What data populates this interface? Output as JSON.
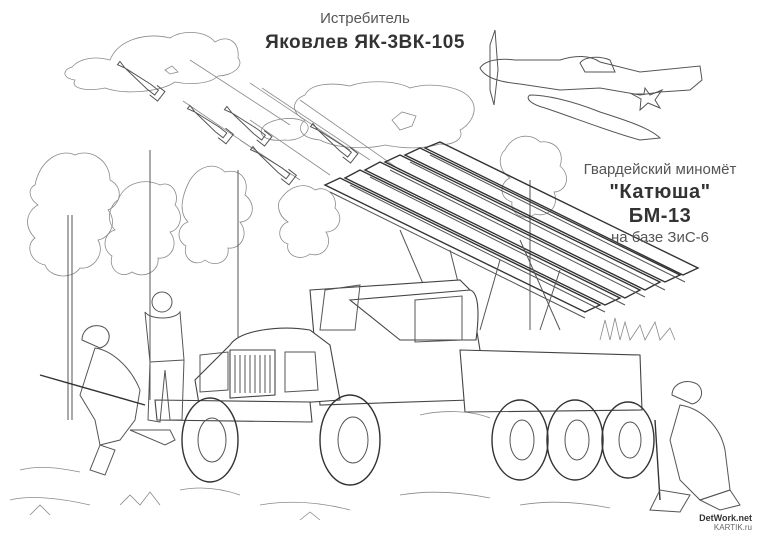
{
  "page": {
    "kind": "coloring-page",
    "background": "#ffffff",
    "line_color": "#555555"
  },
  "labels": {
    "plane": {
      "subtitle": "Истребитель",
      "title": "Яковлев ЯК-3ВК-105"
    },
    "launcher": {
      "subtitle": "Гвардейский миномёт",
      "title": "\"Катюша\"",
      "model": "БМ-13",
      "base": "на базе ЗиС-6"
    }
  },
  "watermark": {
    "line1": "DetWork.net",
    "line2": "KARTIK.ru"
  },
  "scene": {
    "elements": [
      "fighter-plane",
      "clouds",
      "rockets-in-flight",
      "pine-trees",
      "katyusha-truck",
      "rocket-launcher-rails",
      "soldier-running-with-rifle",
      "soldier-with-binoculars",
      "soldier-kneeling",
      "grass",
      "ground"
    ]
  }
}
